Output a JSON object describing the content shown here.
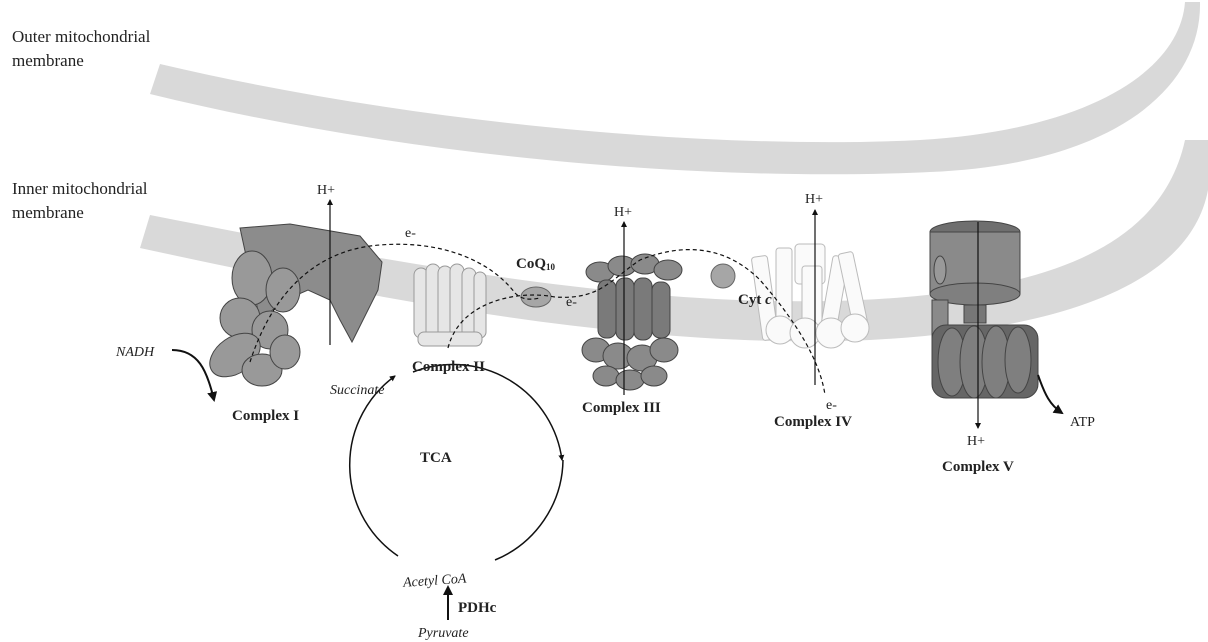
{
  "membranes": {
    "outer_line1": "Outer mitochondrial",
    "outer_line2": "membrane",
    "inner_line1": "Inner mitochondrial",
    "inner_line2": "membrane"
  },
  "complexes": {
    "c1": "Complex I",
    "c2": "Complex II",
    "c3": "Complex III",
    "c4": "Complex IV",
    "c5": "Complex V"
  },
  "carriers": {
    "coq_main": "CoQ",
    "coq_sub": "10",
    "cyt_main": "Cyt",
    "cyt_italic": "c"
  },
  "flow": {
    "proton": "H+",
    "electron": "e-",
    "nadh": "NADH",
    "succinate": "Succinate",
    "tca": "TCA",
    "acetyl_coa": "Acetyl CoA",
    "pdhc": "PDHc",
    "pyruvate": "Pyruvate",
    "atp": "ATP"
  },
  "colors": {
    "membrane": "#d9d9d9",
    "complex_dark": "#7f7f7f",
    "complex_light": "#e6e6e6",
    "complex_white": "#fafafa",
    "line": "#111111"
  }
}
